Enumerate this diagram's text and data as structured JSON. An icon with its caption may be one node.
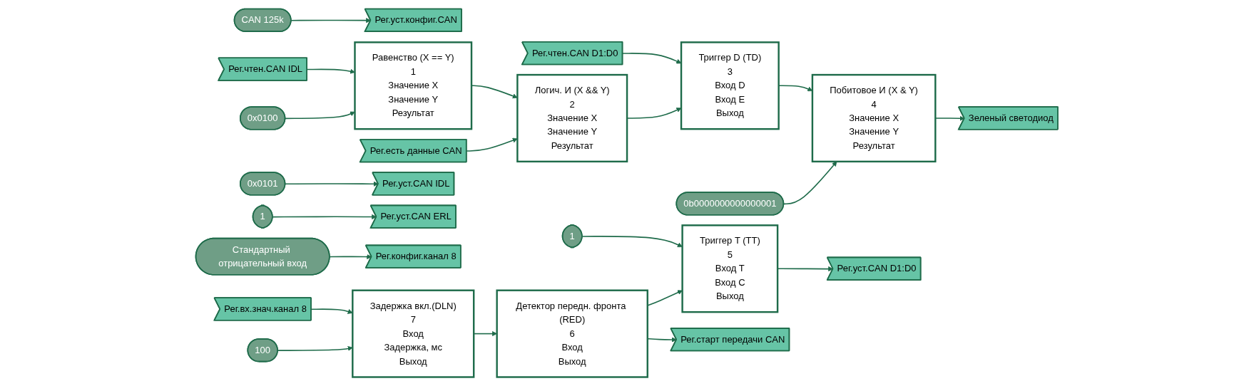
{
  "diagram": {
    "nodes": [
      {
        "text": [
          "CAN 125k"
        ]
      },
      {
        "text": [
          "Рег.уст.конфиг.CAN"
        ]
      },
      {
        "text": [
          "Рег.чтен.CAN D1:D0"
        ]
      },
      {
        "text": [
          "Триггер D (TD)",
          "3",
          "Вход D",
          "Вход E",
          "Выход"
        ]
      },
      {
        "text": [
          "Рег.чтен.CAN IDL"
        ]
      },
      {
        "text": [
          "Равенство (X == Y)",
          "1",
          "Значение X",
          "Значение Y",
          "Результат"
        ]
      },
      {
        "text": [
          "Логич. И (X && Y)",
          "2",
          "Значение X",
          "Значение Y",
          "Результат"
        ]
      },
      {
        "text": [
          "Побитовое И (X & Y)",
          "4",
          "Значение X",
          "Значение Y",
          "Результат"
        ]
      },
      {
        "text": [
          "Зеленый светодиод"
        ]
      },
      {
        "text": [
          "0b0000000000000001"
        ]
      },
      {
        "text": [
          "0x0100"
        ]
      },
      {
        "text": [
          "Рег.есть данные CAN"
        ]
      },
      {
        "text": [
          "0x0101"
        ]
      },
      {
        "text": [
          "Рег.уст.CAN IDL"
        ]
      },
      {
        "text": [
          "1"
        ]
      },
      {
        "text": [
          "Рег.уст.CAN ERL"
        ]
      },
      {
        "text": [
          "Стандартный отрицательный вход"
        ]
      },
      {
        "text": [
          "Рег.конфиг.канал 8"
        ]
      },
      {
        "text": [
          "Триггер T (TT)",
          "5",
          "Вход T",
          "Вход C",
          "Выход"
        ]
      },
      {
        "text": [
          "1"
        ]
      },
      {
        "text": [
          "Рег.уст.CAN D1:D0"
        ]
      },
      {
        "text": [
          "Задержка вкл.(DLN)",
          "7",
          "Вход",
          "Задержка, мс",
          "Выход"
        ]
      },
      {
        "text": [
          "Детектор передн. фронта (RED)",
          "6",
          "Вход",
          "Выход"
        ]
      },
      {
        "text": [
          "Рег.вх.знач.канал 8"
        ]
      },
      {
        "text": [
          "100"
        ]
      },
      {
        "text": [
          "Рег.старт передачи CAN"
        ]
      }
    ],
    "edges": [
      {
        "from": 0,
        "to": 1,
        "arrow": "to"
      },
      {
        "from": 2,
        "to": 3,
        "arrow": "to"
      },
      {
        "from": 4,
        "to": 5,
        "arrow": "to"
      },
      {
        "from": 10,
        "to": 5,
        "arrow": "to"
      },
      {
        "from": 5,
        "to": 6,
        "arrow": "to"
      },
      {
        "from": 11,
        "to": 6,
        "arrow": "to"
      },
      {
        "from": 6,
        "to": 3,
        "arrow": "to"
      },
      {
        "from": 3,
        "to": 7,
        "arrow": "to"
      },
      {
        "from": 9,
        "to": 7,
        "arrow": "to"
      },
      {
        "from": 7,
        "to": 8,
        "arrow": "to"
      },
      {
        "from": 12,
        "to": 13,
        "arrow": "to"
      },
      {
        "from": 14,
        "to": 15,
        "arrow": "to"
      },
      {
        "from": 16,
        "to": 17,
        "arrow": "to"
      },
      {
        "from": 23,
        "to": 21,
        "arrow": "to"
      },
      {
        "from": 24,
        "to": 21,
        "arrow": "to"
      },
      {
        "from": 21,
        "to": 22,
        "arrow": "to"
      },
      {
        "from": 22,
        "to": 18,
        "arrow": "to"
      },
      {
        "from": 19,
        "to": 18,
        "arrow": "to"
      },
      {
        "from": 18,
        "to": 20,
        "arrow": "to"
      },
      {
        "from": 22,
        "to": 25,
        "arrow": "to"
      }
    ]
  }
}
